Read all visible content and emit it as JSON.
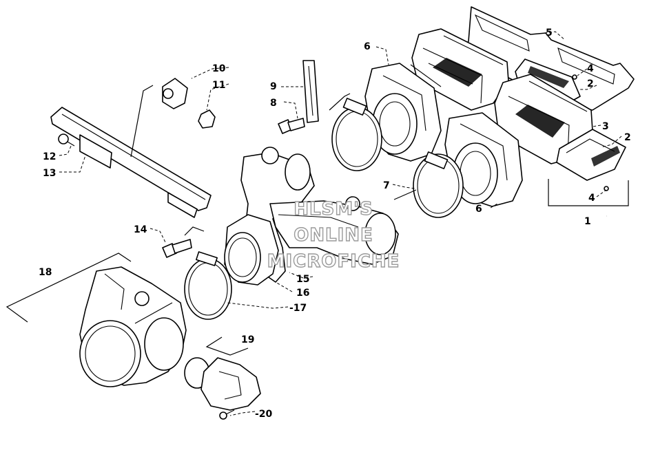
{
  "watermark": {
    "line1": "HLSM'S",
    "line2": "ONLINE",
    "line3": "MICROFICHE"
  },
  "callouts": [
    {
      "id": "c1",
      "label": "1"
    },
    {
      "id": "c2a",
      "label": "2"
    },
    {
      "id": "c2b",
      "label": "2"
    },
    {
      "id": "c3",
      "label": "3"
    },
    {
      "id": "c4a",
      "label": "4"
    },
    {
      "id": "c4b",
      "label": "4"
    },
    {
      "id": "c5",
      "label": "5"
    },
    {
      "id": "c6a",
      "label": "6"
    },
    {
      "id": "c6b",
      "label": "6"
    },
    {
      "id": "c7",
      "label": "7"
    },
    {
      "id": "c8",
      "label": "8"
    },
    {
      "id": "c9",
      "label": "9"
    },
    {
      "id": "c10",
      "label": "10"
    },
    {
      "id": "c11",
      "label": "11"
    },
    {
      "id": "c12",
      "label": "12"
    },
    {
      "id": "c13",
      "label": "13"
    },
    {
      "id": "c14",
      "label": "14"
    },
    {
      "id": "c15",
      "label": "15"
    },
    {
      "id": "c16",
      "label": "16"
    },
    {
      "id": "c17",
      "label": "-17"
    },
    {
      "id": "c18",
      "label": "18"
    },
    {
      "id": "c19",
      "label": "19"
    },
    {
      "id": "c20",
      "label": "-20"
    }
  ]
}
